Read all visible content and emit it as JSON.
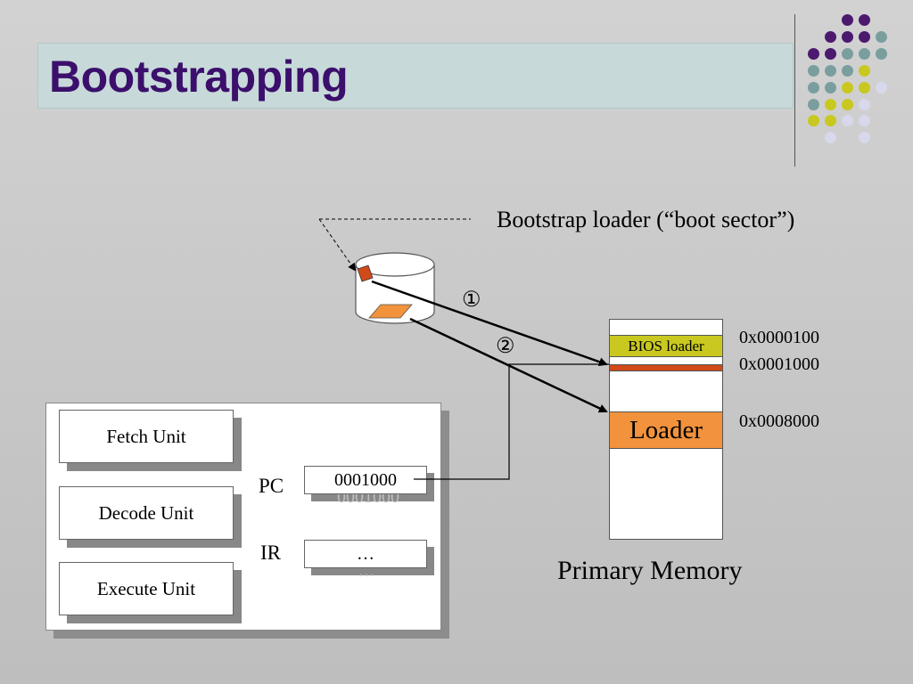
{
  "slide": {
    "title": "Bootstrapping"
  },
  "colors": {
    "title_text": "#3b0f6b",
    "title_bg": "#c7d9d9",
    "purple_dot": "#4b1a6e",
    "teal_dot": "#7a9e9e",
    "yellow_dot": "#c8c820",
    "lavender_dot": "#d8d8ec",
    "bios": "#c8c820",
    "boot_sector": "#d04a1a",
    "loader": "#f2923c"
  },
  "diagram": {
    "bootstrap_loader_label": "Bootstrap loader (“boot sector”)",
    "step1_marker": "①",
    "step2_marker": "②",
    "cpu": {
      "units": [
        "Fetch Unit",
        "Decode Unit",
        "Execute Unit"
      ],
      "pc_label": "PC",
      "pc_value": "0001000",
      "ir_label": "IR",
      "ir_value": "…"
    },
    "memory": {
      "caption": "Primary Memory",
      "bios_label": "BIOS loader",
      "loader_label": "Loader",
      "addresses": [
        "0x0000100",
        "0x0001000",
        "0x0008000"
      ]
    }
  }
}
